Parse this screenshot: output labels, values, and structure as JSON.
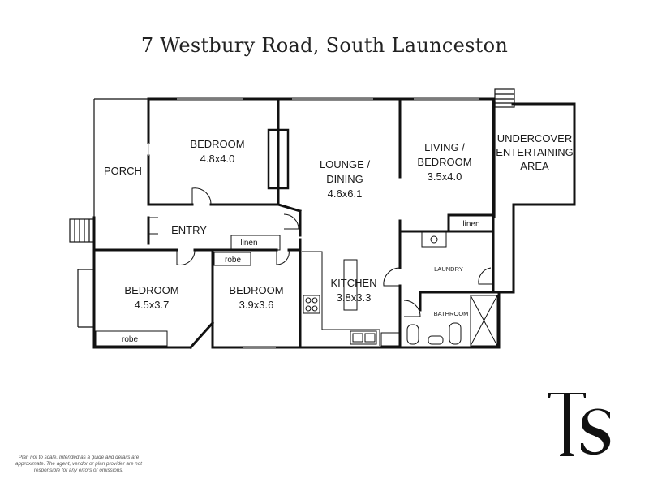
{
  "title": "7 Westbury Road, South Launceston",
  "rooms": {
    "porch": "PORCH",
    "bedroom_top_name": "BEDROOM",
    "bedroom_top_size": "4.8x4.0",
    "lounge_name_1": "LOUNGE /",
    "lounge_name_2": "DINING",
    "lounge_size": "4.6x6.1",
    "living_name_1": "LIVING /",
    "living_name_2": "BEDROOM",
    "living_size": "3.5x4.0",
    "undercover_1": "UNDERCOVER",
    "undercover_2": "ENTERTAINING",
    "undercover_3": "AREA",
    "entry": "ENTRY",
    "linen_entry": "linen",
    "robe_mid": "robe",
    "bedroom_left_name": "BEDROOM",
    "bedroom_left_size": "4.5x3.7",
    "robe_left": "robe",
    "bedroom_mid_name": "BEDROOM",
    "bedroom_mid_size": "3.9x3.6",
    "kitchen_name": "KITCHEN",
    "kitchen_size": "3.8x3.3",
    "linen_laundry": "linen",
    "laundry": "LAUNDRY",
    "bathroom": "BATHROOM"
  },
  "disclaimer": "Plan not to scale. Intended as a guide and details are approximate. The agent, vendor or plan provider are not responsible for any errors or omissions.",
  "logo": {
    "letters": "TS",
    "name": "ts-logo"
  }
}
